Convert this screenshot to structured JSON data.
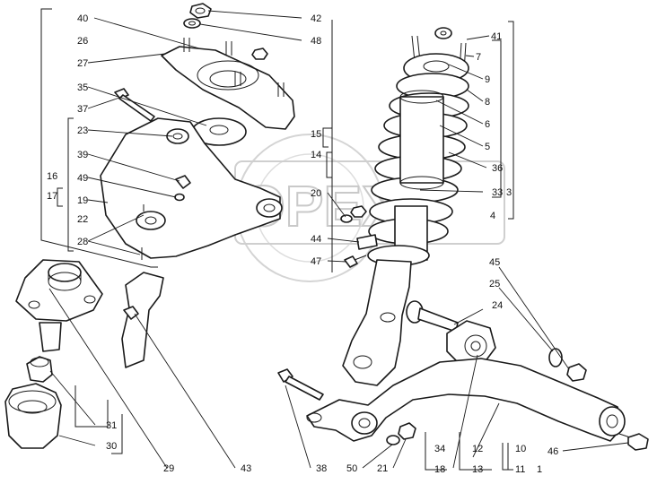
{
  "watermark": "ОРЕХ",
  "labels": {
    "l40": "40",
    "l26": "26",
    "l27": "27",
    "l35": "35",
    "l37": "37",
    "l23": "23",
    "l39": "39",
    "l16": "16",
    "l49": "49",
    "l17": "17",
    "l19": "19",
    "l22": "22",
    "l28": "28",
    "l42": "42",
    "l48": "48",
    "l15": "15",
    "l14": "14",
    "l20": "20",
    "l44": "44",
    "l47": "47",
    "l41": "41",
    "l7": "7",
    "l9": "9",
    "l8": "8",
    "l6": "6",
    "l5": "5",
    "l36": "36",
    "l33": "33",
    "l3": "3",
    "l4": "4",
    "l45": "45",
    "l25": "25",
    "l24": "24",
    "l31": "31",
    "l30": "30",
    "l29": "29",
    "l43": "43",
    "l38": "38",
    "l50": "50",
    "l21": "21",
    "l34": "34",
    "l18": "18",
    "l12": "12",
    "l10": "10",
    "l13": "13",
    "l11": "11",
    "l46": "46",
    "l1": "1"
  }
}
